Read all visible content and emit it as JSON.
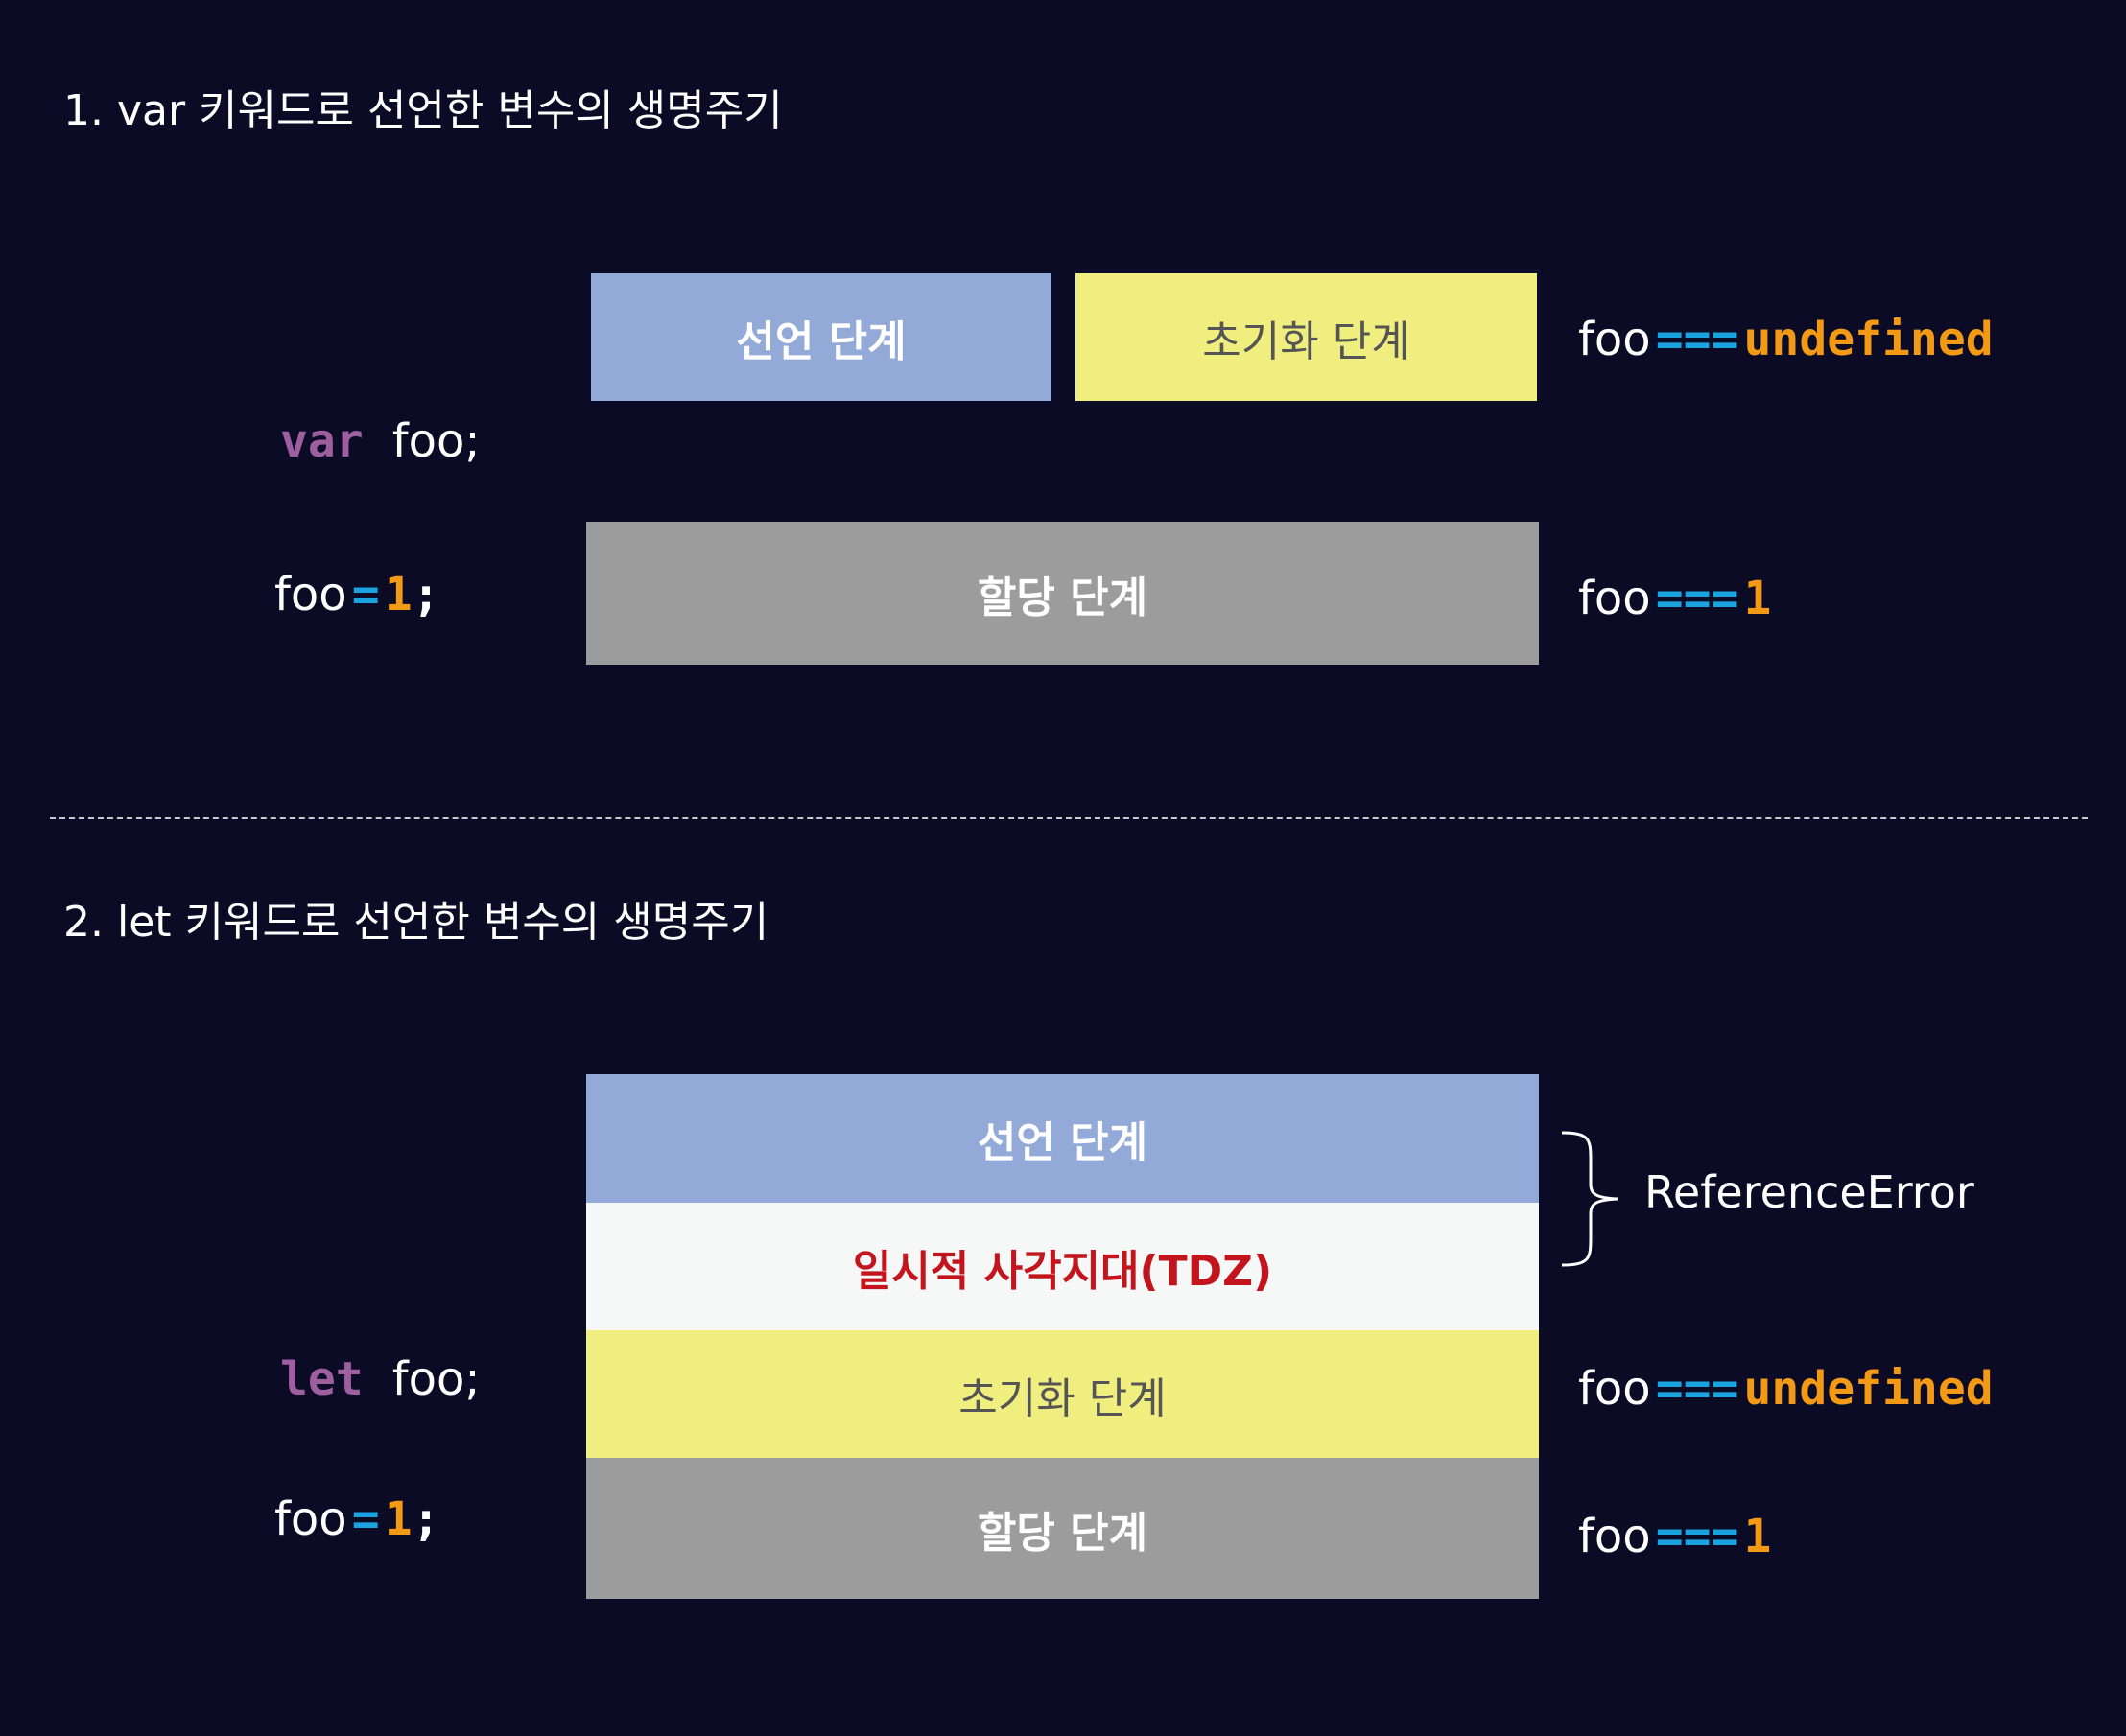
{
  "colors": {
    "background": "#0b0b26",
    "declaration_box": "#93a9d8",
    "initialization_box": "#f0ee7e",
    "assignment_box": "#9c9c9c",
    "tdz_box": "#f6f7f7",
    "tdz_text": "#c3151d",
    "keyword": "#9e5fa0",
    "operator": "#1ba3e0",
    "literal": "#f29a16"
  },
  "section1": {
    "title": "1. var 키워드로 선언한 변수의 생명주기",
    "boxes": {
      "declaration": "선언 단계",
      "initialization": "초기화 단계",
      "assignment": "할당 단계"
    },
    "code": {
      "declaration": {
        "keyword": "var",
        "identifier": "foo;"
      },
      "assignment": {
        "identifier": "foo",
        "operator": "=",
        "value": "1",
        "terminator": ";"
      }
    },
    "results": {
      "after_init": {
        "identifier": "foo",
        "operator": "===",
        "value": "undefined"
      },
      "after_assign": {
        "identifier": "foo",
        "operator": "===",
        "value": "1"
      }
    }
  },
  "section2": {
    "title": "2. let 키워드로 선언한 변수의 생명주기",
    "boxes": {
      "declaration": "선언 단계",
      "tdz": "일시적 사각지대(TDZ)",
      "initialization": "초기화 단계",
      "assignment": "할당 단계"
    },
    "error_label": "ReferenceError",
    "code": {
      "declaration": {
        "keyword": "let",
        "identifier": "foo;"
      },
      "assignment": {
        "identifier": "foo",
        "operator": "=",
        "value": "1",
        "terminator": ";"
      }
    },
    "results": {
      "after_init": {
        "identifier": "foo",
        "operator": "===",
        "value": "undefined"
      },
      "after_assign": {
        "identifier": "foo",
        "operator": "===",
        "value": "1"
      }
    }
  }
}
